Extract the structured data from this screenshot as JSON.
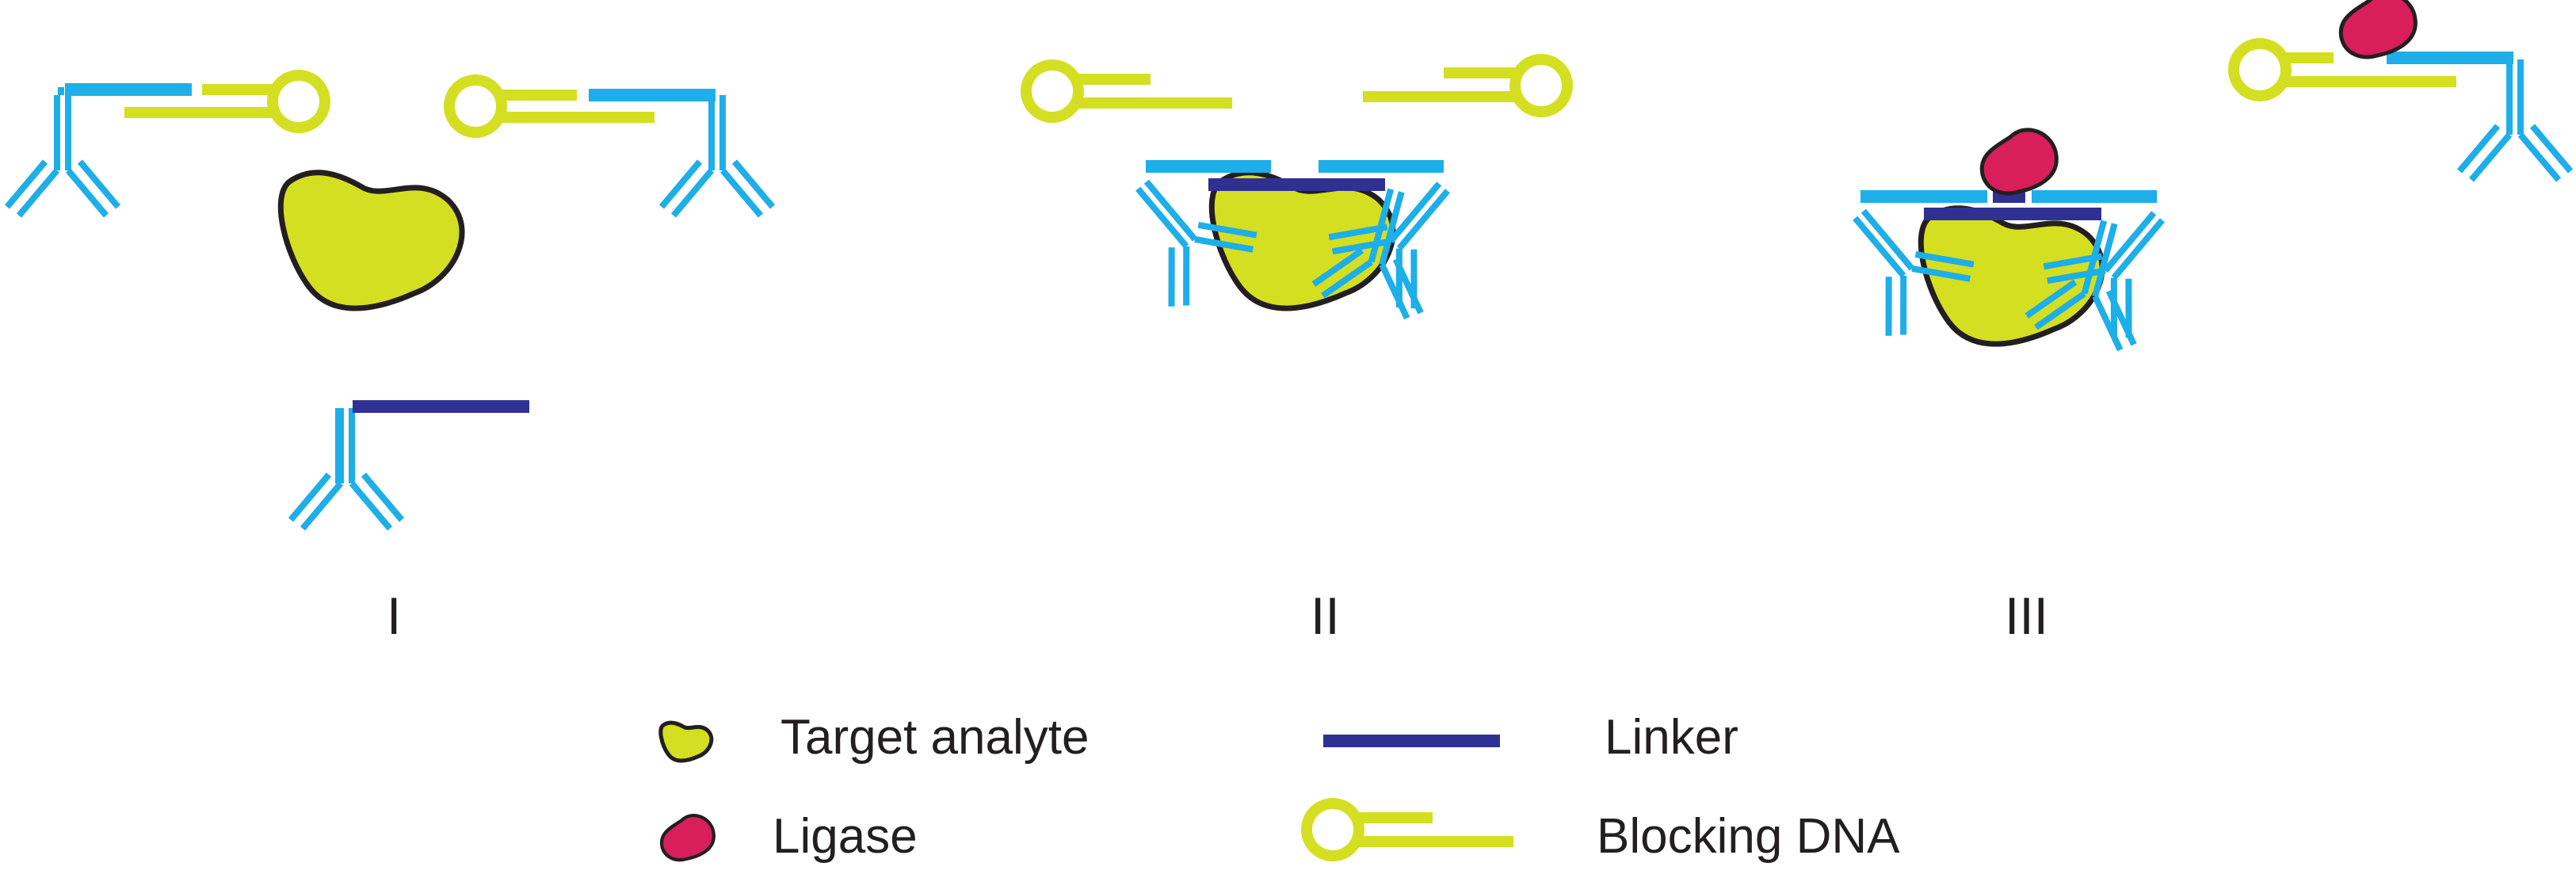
{
  "colors": {
    "antibody": "#1eaee8",
    "analyte": "#d4df21",
    "analyte_outline": "#231f20",
    "linker": "#2e3192",
    "blocking_dna": "#d4df21",
    "ligase": "#d81e5b"
  },
  "stages": [
    {
      "label": "I"
    },
    {
      "label": "II"
    },
    {
      "label": "III"
    }
  ],
  "legend": {
    "items": [
      {
        "label": "Target analyte",
        "symbol": "analyte-shape"
      },
      {
        "label": "Linker",
        "symbol": "linker-bar"
      },
      {
        "label": "Ligase",
        "symbol": "ligase-shape"
      },
      {
        "label": "Blocking DNA",
        "symbol": "blocking-dna-hairpin"
      }
    ]
  }
}
